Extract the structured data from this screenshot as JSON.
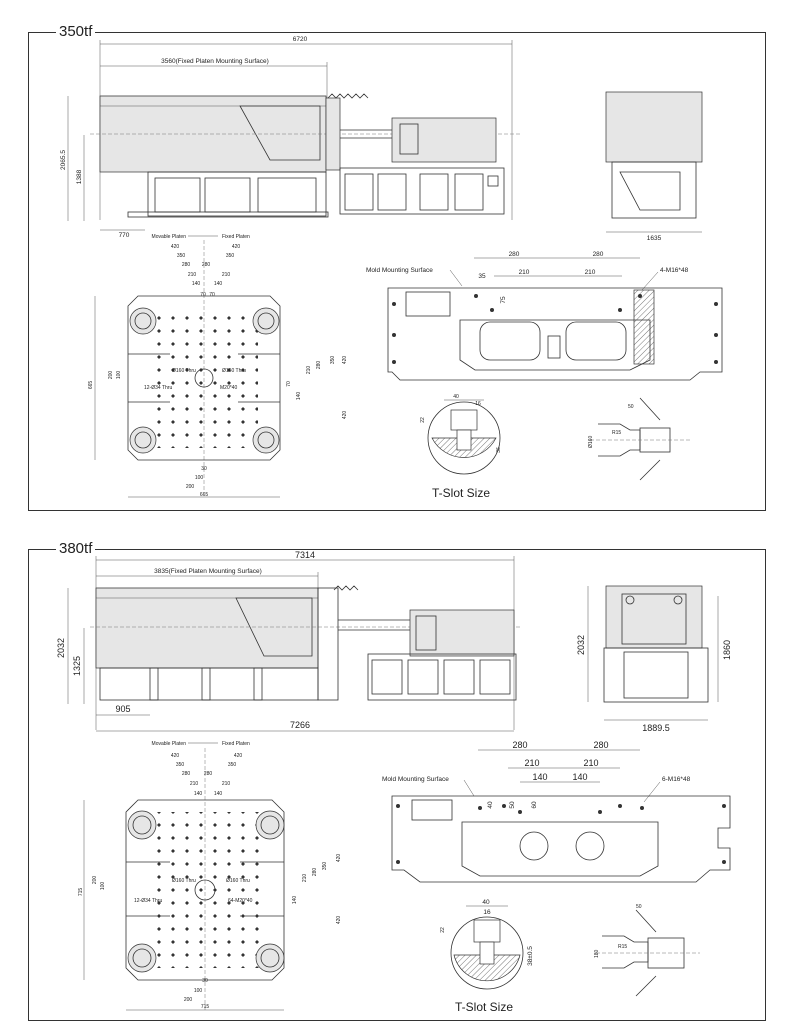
{
  "panels": [
    {
      "title": "350tf",
      "dims": {
        "total_length": "6720",
        "fixed_platen": "3560(Fixed Platen Mounting Surface)",
        "height_total": "2065.5",
        "height_center": "1388",
        "front_offset": "770",
        "width": "1635",
        "movable_platen": "Movable Platen",
        "fixed_platen_label": "Fixed Platen",
        "platen_420a": "420",
        "platen_420b": "420",
        "p350a": "350",
        "p350b": "350",
        "p280a": "280",
        "p280b": "280",
        "p210a": "210",
        "p210b": "210",
        "p140a": "140",
        "p140b": "140",
        "p70": "70",
        "p70b": "70",
        "d665v": "665",
        "d665h": "665",
        "r420": "420",
        "r350": "350",
        "r280": "280",
        "r210": "210",
        "r140": "140",
        "r70": "70",
        "lo200": "200",
        "lo100": "100",
        "b30": "30",
        "b100": "100",
        "b200": "200",
        "phi_a": "Ø160 Thru",
        "phi_b": "Ø160 Thru",
        "m_hole": "M20*40",
        "t_hole": "12-Ø34 Thru",
        "mold_surface": "Mold Mounting Surface",
        "s280a": "280",
        "s280b": "280",
        "s210a": "210",
        "s210b": "210",
        "s35": "35",
        "s75": "75",
        "bolt": "4-M16*48",
        "t40": "40",
        "t16": "16",
        "t22": "22",
        "t36": "36",
        "n50": "50",
        "n_r15": "R15",
        "n_d": "Ø160"
      },
      "caption": "T-Slot Size"
    },
    {
      "title": "380tf",
      "dims": {
        "total_length": "7314",
        "fixed_platen": "3835(Fixed Platen Mounting Surface)",
        "height_total": "2032",
        "height_center": "1325",
        "front_offset": "905",
        "base_length": "7266",
        "side_height": "2032",
        "side_center": "1860",
        "width": "1889.5",
        "movable_platen": "Movable Platen",
        "fixed_platen_label": "Fixed Platen",
        "platen_420a": "420",
        "platen_420b": "420",
        "p350a": "350",
        "p350b": "350",
        "p280a": "280",
        "p280b": "280",
        "p210a": "210",
        "p210b": "210",
        "p140a": "140",
        "p140b": "140",
        "d715v": "715",
        "d715h": "715",
        "r420": "420",
        "r350": "350",
        "r280": "280",
        "r210": "210",
        "r140": "140",
        "lo200": "200",
        "lo100": "100",
        "b30": "30",
        "b100": "100",
        "b200": "200",
        "phi_a": "Ø160 Thru",
        "phi_b": "Ø160 Thru",
        "m_hole": "64-M20*40",
        "t_hole": "12-Ø34 Thru",
        "mold_surface": "Mold Mounting Surface",
        "s280a": "280",
        "s280b": "280",
        "s210a": "210",
        "s210b": "210",
        "s140a": "140",
        "s140b": "140",
        "s40": "40",
        "s50": "50",
        "s60": "60",
        "bolt": "6-M16*48",
        "t40": "40",
        "t16": "16",
        "t22": "22",
        "t38": "38±0.5",
        "n50": "50",
        "n_r15": "R15",
        "n_d": "180"
      },
      "caption": "T-Slot Size"
    }
  ]
}
